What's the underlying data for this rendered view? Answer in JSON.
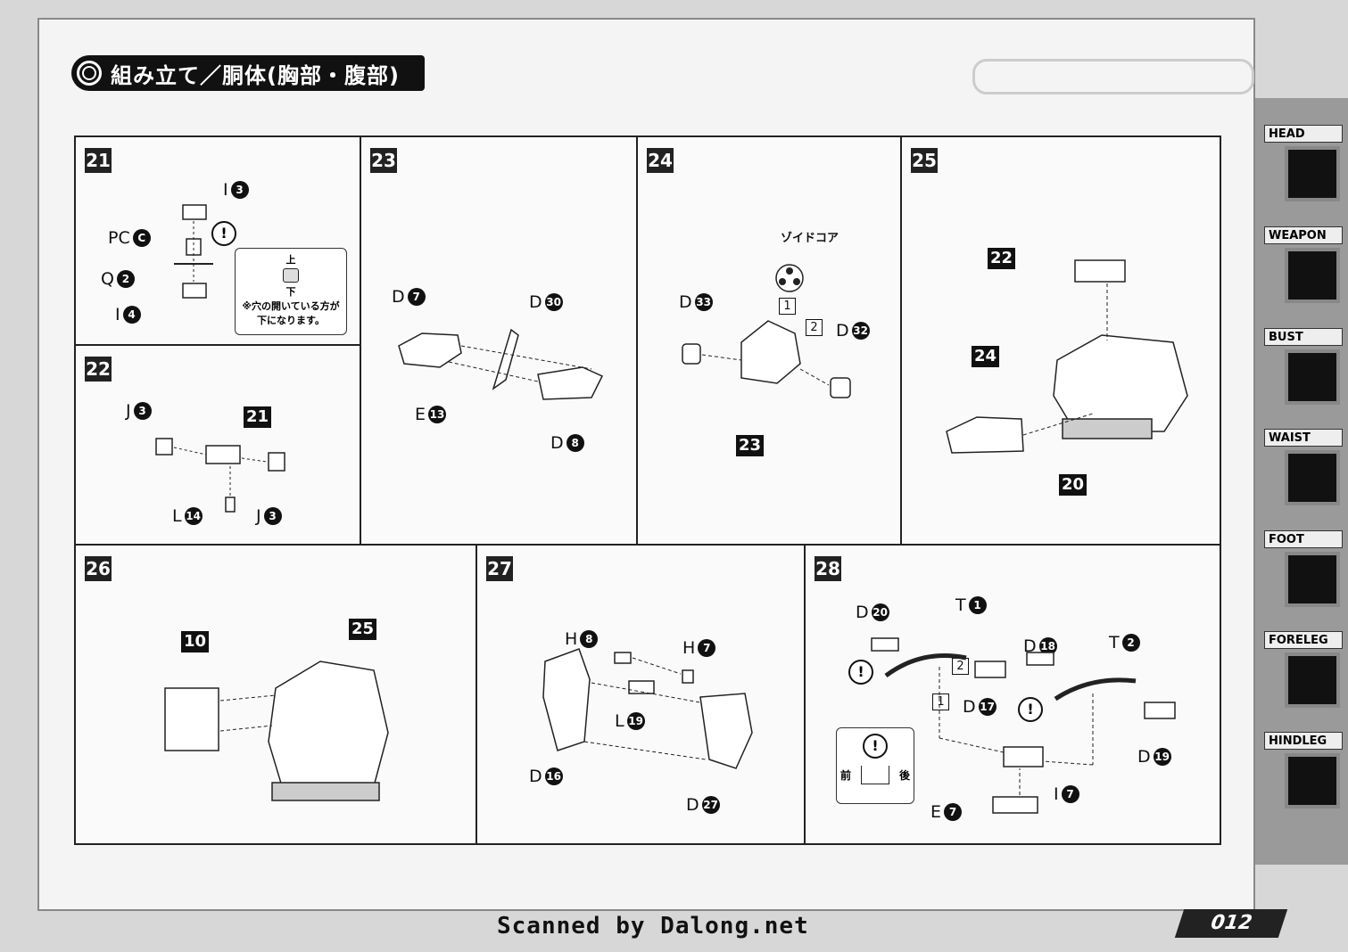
{
  "header": {
    "title": "組み立て／胴体(胸部・腹部)"
  },
  "side_tabs": [
    {
      "label": "HEAD",
      "icon": "head-icon"
    },
    {
      "label": "WEAPON",
      "icon": "weapon-icon"
    },
    {
      "label": "BUST",
      "icon": "bust-icon"
    },
    {
      "label": "WAIST",
      "icon": "waist-icon"
    },
    {
      "label": "FOOT",
      "icon": "foot-icon"
    },
    {
      "label": "FORELEG",
      "icon": "foreleg-icon"
    },
    {
      "label": "HINDLEG",
      "icon": "hindleg-icon"
    }
  ],
  "steps": {
    "s21": {
      "number": "21",
      "parts": [
        {
          "letter": "I",
          "num": "3"
        },
        {
          "letter": "PC",
          "num": "C"
        },
        {
          "letter": "Q",
          "num": "2"
        },
        {
          "letter": "I",
          "num": "4"
        }
      ],
      "note_up": "上",
      "note_down": "下",
      "note_text": "※穴の開いている方が下になります。"
    },
    "s22": {
      "number": "22",
      "ref": "21",
      "parts": [
        {
          "letter": "J",
          "num": "3"
        },
        {
          "letter": "L",
          "num": "14"
        },
        {
          "letter": "J",
          "num": "3"
        }
      ]
    },
    "s23": {
      "number": "23",
      "parts": [
        {
          "letter": "D",
          "num": "7"
        },
        {
          "letter": "D",
          "num": "30"
        },
        {
          "letter": "E",
          "num": "13"
        },
        {
          "letter": "D",
          "num": "8"
        }
      ]
    },
    "s24": {
      "number": "24",
      "core_label": "ゾイドコア",
      "ref": "23",
      "order1": "1",
      "order2": "2",
      "parts": [
        {
          "letter": "D",
          "num": "33"
        },
        {
          "letter": "D",
          "num": "32"
        }
      ]
    },
    "s25": {
      "number": "25",
      "refs": [
        "22",
        "24",
        "20"
      ]
    },
    "s26": {
      "number": "26",
      "refs": [
        "10",
        "25"
      ]
    },
    "s27": {
      "number": "27",
      "parts": [
        {
          "letter": "H",
          "num": "8"
        },
        {
          "letter": "H",
          "num": "7"
        },
        {
          "letter": "L",
          "num": "19"
        },
        {
          "letter": "D",
          "num": "16"
        },
        {
          "letter": "D",
          "num": "27"
        }
      ]
    },
    "s28": {
      "number": "28",
      "parts": [
        {
          "letter": "D",
          "num": "20"
        },
        {
          "letter": "T",
          "num": "1"
        },
        {
          "letter": "D",
          "num": "17"
        },
        {
          "letter": "D",
          "num": "18"
        },
        {
          "letter": "T",
          "num": "2"
        },
        {
          "letter": "D",
          "num": "19"
        },
        {
          "letter": "I",
          "num": "7"
        },
        {
          "letter": "E",
          "num": "7"
        }
      ],
      "order1": "1",
      "order2": "2",
      "front": "前",
      "back": "後"
    }
  },
  "footer": {
    "scanned": "Scanned by Dalong.net",
    "page": "012"
  }
}
